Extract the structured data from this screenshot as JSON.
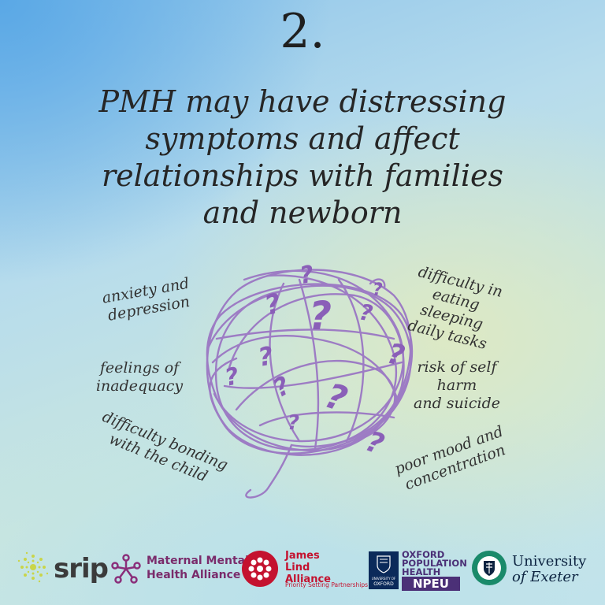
{
  "number": "2.",
  "heading": {
    "line1": "PMH may have distressing",
    "line2": "symptoms and affect",
    "line3": "relationships with families",
    "line4": "and newborn"
  },
  "symptoms": {
    "anxiety": {
      "l1": "anxiety and",
      "l2": "depression"
    },
    "eating": {
      "l1": "difficulty in",
      "l2": "eating sleeping",
      "l3": "daily tasks"
    },
    "inadequacy": {
      "l1": "feelings of",
      "l2": "inadequacy"
    },
    "selfharm": {
      "l1": "risk of self",
      "l2": "harm",
      "l3": "and suicide"
    },
    "bonding": {
      "l1": "difficulty bonding",
      "l2": "with the child"
    },
    "mood": {
      "l1": "poor mood and",
      "l2": "concentration"
    }
  },
  "colors": {
    "scribble": "#9d7cc4",
    "question_mark": "#8a5fb8"
  },
  "logos": {
    "srip": {
      "text": "srip",
      "icon": "srip-sunburst-icon"
    },
    "mmha": {
      "line1": "Maternal Mental",
      "line2": "Health Alliance",
      "icon": "mmha-figures-icon"
    },
    "jla": {
      "line1": "James",
      "line2": "Lind",
      "line3": "Alliance",
      "sub": "Priority Setting Partnerships",
      "icon": "jla-flower-icon"
    },
    "oph": {
      "line1": "OXFORD",
      "line2": "POPULATION",
      "line3": "HEALTH",
      "npeu": "NPEU",
      "uni_small": "UNIVERSITY OF",
      "uni": "OXFORD",
      "icon": "oxford-crest-icon"
    },
    "exeter": {
      "line1": "University",
      "line2": "of Exeter",
      "icon": "exeter-crest-icon"
    }
  }
}
